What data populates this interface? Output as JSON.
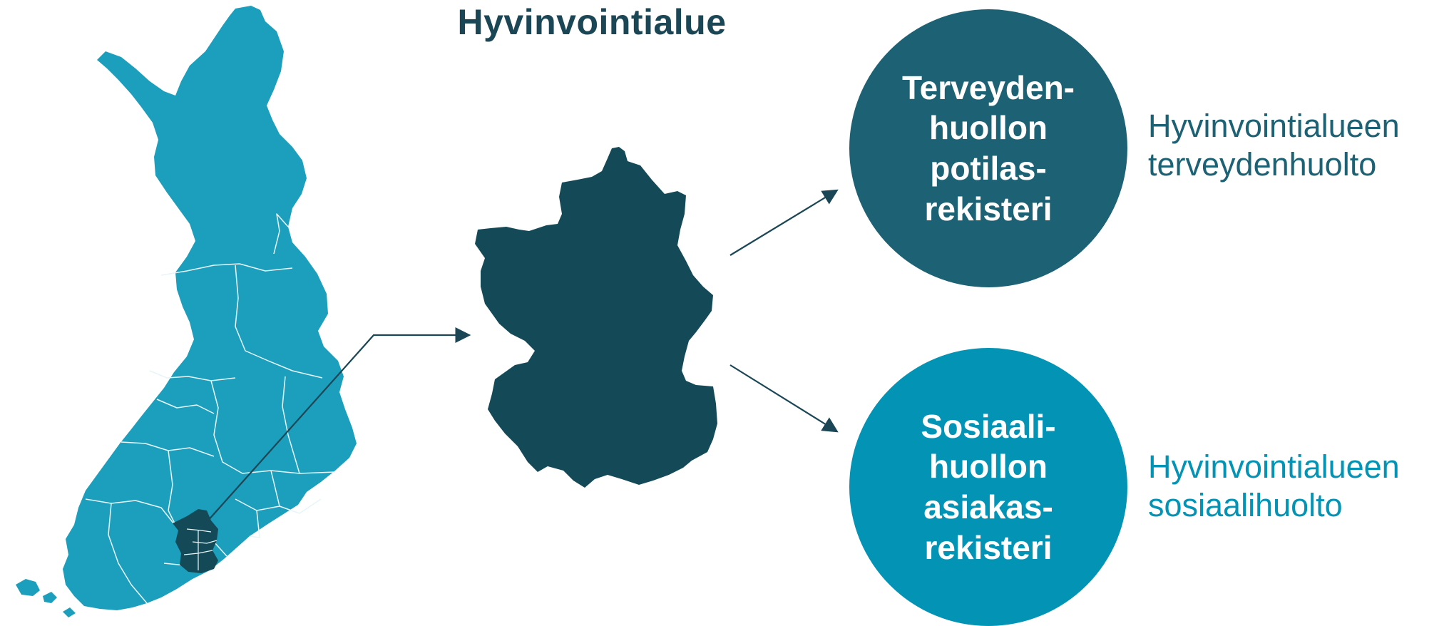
{
  "title": "Hyvinvointialue",
  "colors": {
    "map_light": "#1b9fbc",
    "map_dark": "#144a58",
    "dark_teal": "#1b4656",
    "circle_teal": "#1d6274",
    "bright_teal": "#0393b5",
    "border": "#e8f5f8",
    "arrow": "#1b4656"
  },
  "health_register": {
    "circle_text": "Terveyden-\nhuollon\npotilas-\nrekisteri",
    "label": "Hyvinvointialueen\nterveydenhuolto"
  },
  "social_register": {
    "circle_text": "Sosiaali-\nhuollon\nasiakas-\nrekisteri",
    "label": "Hyvinvointialueen\nsosiaalihuolto"
  }
}
